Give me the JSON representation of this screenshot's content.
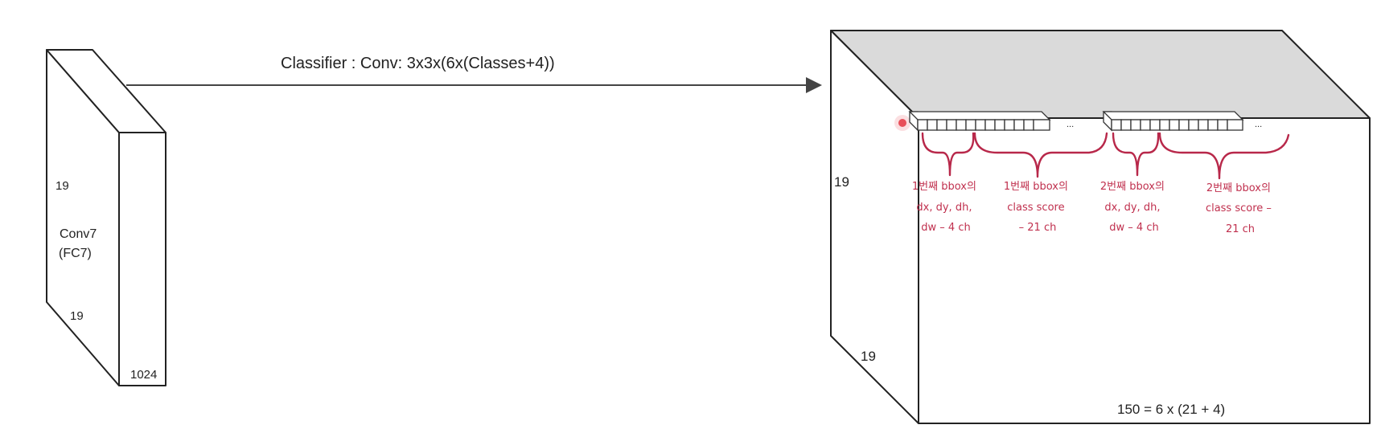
{
  "conv7": {
    "dim_height": "19",
    "dim_width": "19",
    "channels": "1024",
    "name_line1": "Conv7",
    "name_line2": "(FC7)"
  },
  "arrow": {
    "label": "Classifier : Conv: 3x3x(6x(Classes+4))"
  },
  "output": {
    "dim_height": "19",
    "dim_width": "19",
    "formula": "150 = 6 x (21 + 4)",
    "ellipsis_1": "...",
    "ellipsis_2": "..."
  },
  "annotations": [
    {
      "lines": [
        "1번째 bbox의",
        "dx, dy, dh,",
        "dw – 4 ch"
      ]
    },
    {
      "lines": [
        "1번째 bbox의",
        "class score",
        "– 21 ch"
      ]
    },
    {
      "lines": [
        "2번째 bbox의",
        "dx, dy, dh,",
        "dw – 4 ch"
      ]
    },
    {
      "lines": [
        "2번째 bbox의",
        "class score –",
        "21 ch"
      ]
    }
  ],
  "colors": {
    "annotation": "#c0304e",
    "brace": "#b8284a",
    "top_face": "#dadada"
  }
}
